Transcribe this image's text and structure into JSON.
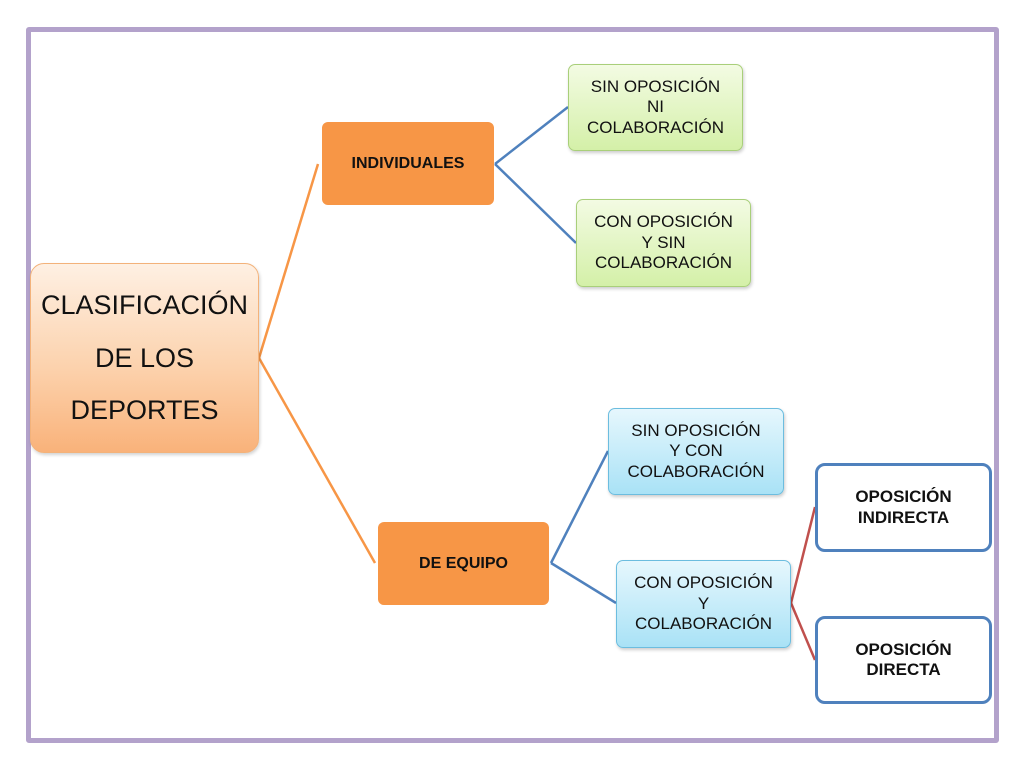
{
  "diagram": {
    "type": "mind-map",
    "root": {
      "label": "CLASIFICACIÓN\nDE LOS\nDEPORTES",
      "color": "#f9b27a"
    },
    "branches": [
      {
        "label": "INDIVIDUALES",
        "color": "#f79646",
        "children": [
          {
            "label": "SIN OPOSICIÓN\nNI\nCOLABORACIÓN",
            "color": "#d4f0a8"
          },
          {
            "label": "CON OPOSICIÓN\nY SIN\nCOLABORACIÓN",
            "color": "#d4f0a8"
          }
        ]
      },
      {
        "label": "DE EQUIPO",
        "color": "#f79646",
        "children": [
          {
            "label": "SIN OPOSICIÓN\nY CON\nCOLABORACIÓN",
            "color": "#a9e2f6"
          },
          {
            "label": "CON OPOSICIÓN\nY\nCOLABORACIÓN",
            "color": "#a9e2f6",
            "children": [
              {
                "label": "OPOSICIÓN\nINDIRECTA",
                "color": "#4f81bd"
              },
              {
                "label": "OPOSICIÓN\nDIRECTA",
                "color": "#4f81bd"
              }
            ]
          }
        ]
      }
    ],
    "connector_colors": {
      "root_to_level1": "#f79646",
      "level1_to_level2": "#4f81bd",
      "level2_to_level3": "#c0504d"
    },
    "frame_color": "#b3a2cb"
  }
}
